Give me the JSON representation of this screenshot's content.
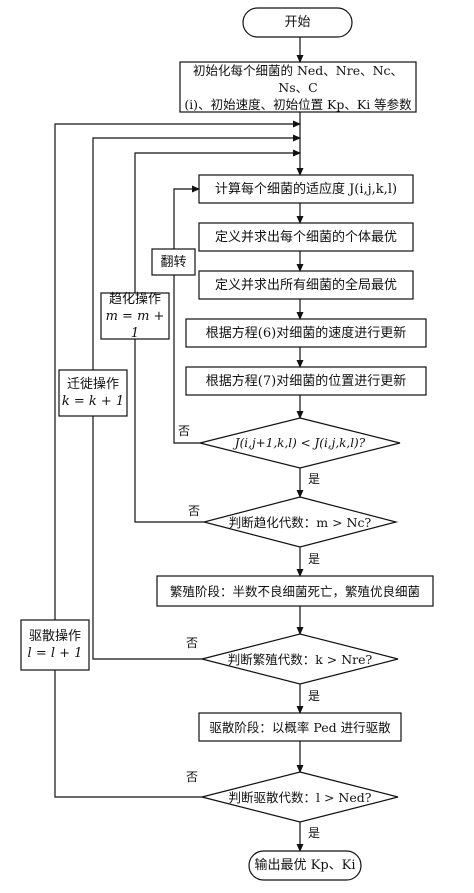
{
  "nodes": {
    "start": "开始",
    "init_line1": "初始化每个细菌的 Ned、Nre、Nc、Ns、C",
    "init_line2": "(i)、初始速度、初始位置 Kp、Ki 等参数",
    "compute_fitness": "计算每个细菌的适应度 J(i,j,k,l)",
    "individual_best": "定义并求出每个细菌的个体最优",
    "global_best": "定义并求出所有细菌的全局最优",
    "update_velocity": "根据方程(6)对细菌的速度进行更新",
    "update_position": "根据方程(7)对细菌的位置进行更新",
    "decision_fitness": "J(i,j+1,k,l) < J(i,j,k,l)?",
    "decision_chemotaxis": "判断趋化代数：m > Nc?",
    "reproduction_stage": "繁殖阶段：半数不良细菌死亡，繁殖优良细菌",
    "decision_reproduction": "判断繁殖代数：k > Nre?",
    "dispersal_stage": "驱散阶段：以概率 Ped 进行驱散",
    "decision_dispersal": "判断驱散代数：l > Ned?",
    "end": "输出最优 Kp、Ki",
    "tumble": "翻转",
    "chemotaxis_op_title": "趋化操作",
    "chemotaxis_op_formula": "m = m + 1",
    "migration_op_title": "迁徙操作",
    "migration_op_formula": "k = k + 1",
    "dispersal_op_title": "驱散操作",
    "dispersal_op_formula": "l = l + 1"
  },
  "edge_labels": {
    "yes": "是",
    "no": "否"
  }
}
